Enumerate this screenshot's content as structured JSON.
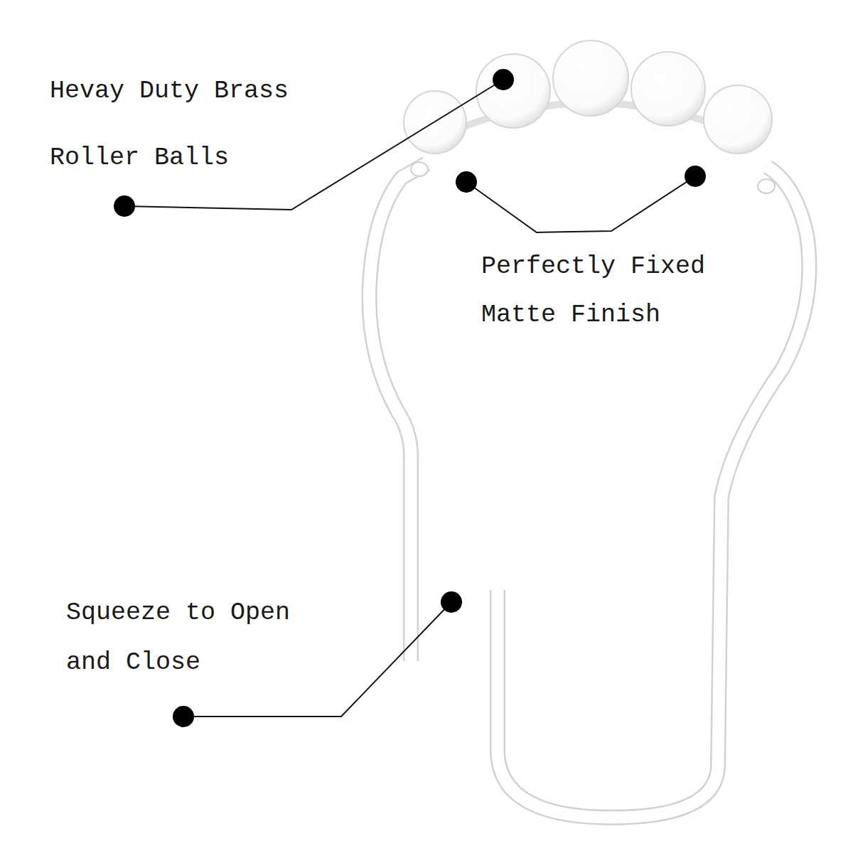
{
  "diagram": {
    "labels": [
      "Hevay Duty Brass Roller Balls",
      "Perfectly Fixed Matte Finish",
      "Squeeze to Open and Close"
    ]
  }
}
